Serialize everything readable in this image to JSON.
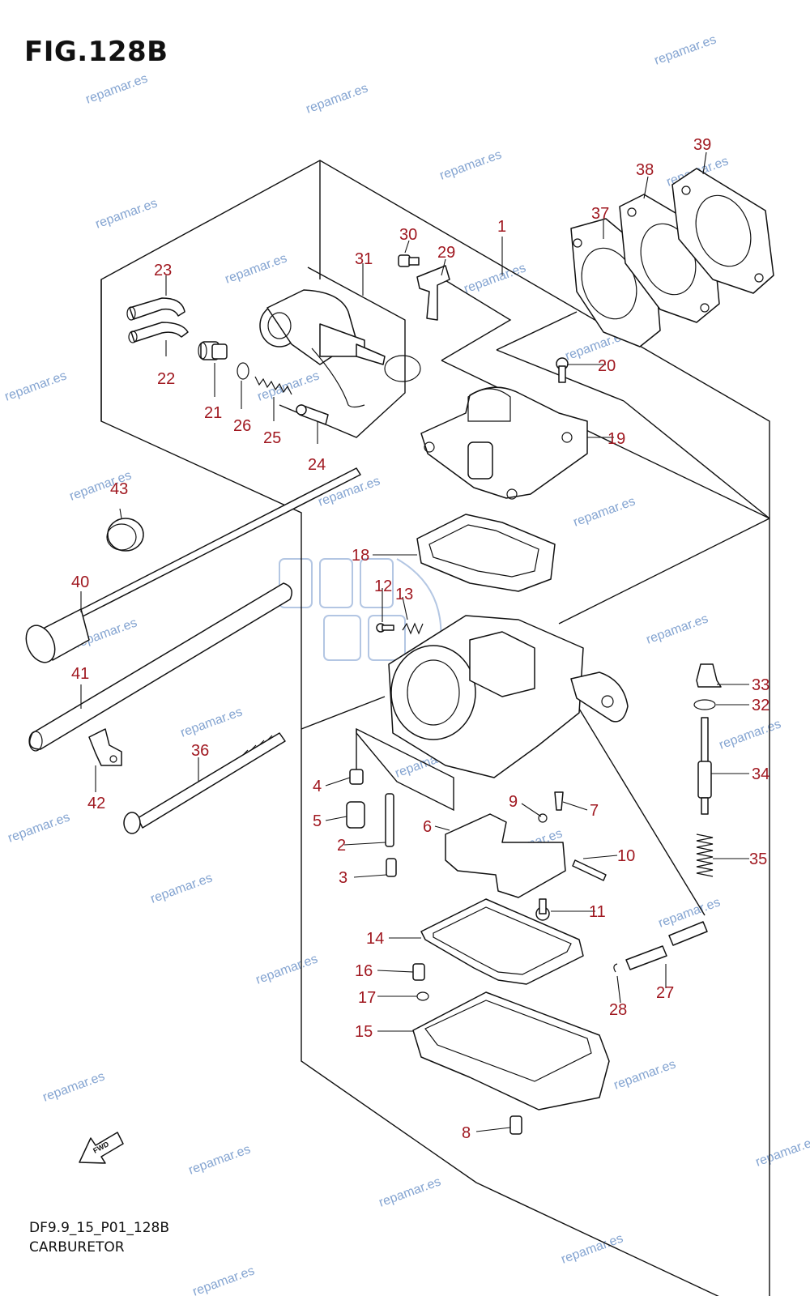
{
  "figure": {
    "title": "FIG.128B",
    "code": "DF9.9_15_P01_128B",
    "name": "CARBURETOR",
    "callout_color": "#a01820",
    "watermark_color": "#5b86c2"
  },
  "watermark": "repamar.es",
  "fwd_arrow": {
    "label": "FWD",
    "icon": "fwd-arrow-icon"
  },
  "callouts": [
    "1",
    "2",
    "3",
    "4",
    "5",
    "6",
    "7",
    "8",
    "9",
    "10",
    "11",
    "12",
    "13",
    "14",
    "15",
    "16",
    "17",
    "18",
    "19",
    "20",
    "21",
    "22",
    "23",
    "24",
    "25",
    "26",
    "27",
    "28",
    "29",
    "30",
    "31",
    "32",
    "33",
    "34",
    "35",
    "36",
    "37",
    "38",
    "39",
    "40",
    "41",
    "42",
    "43"
  ]
}
